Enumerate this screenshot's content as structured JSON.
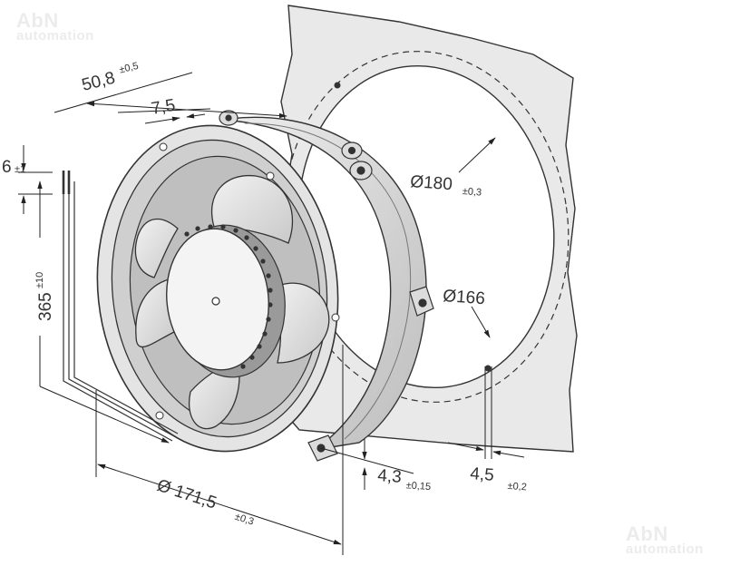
{
  "watermark": {
    "brand": "AbN",
    "sub": "automation"
  },
  "dimensions": {
    "depth": {
      "value": "50,8",
      "tolerance": "±0,5"
    },
    "flange": {
      "value": "7,5"
    },
    "cable_end": {
      "value": "6",
      "tolerance": "±1"
    },
    "cable_length": {
      "value": "365",
      "tolerance": "±10"
    },
    "cutout_outer": {
      "value": "Ø180",
      "tolerance": "±0,3"
    },
    "cutout_inner": {
      "value": "Ø166"
    },
    "fan_diameter": {
      "value": "Ø 171,5",
      "tolerance": "±0,3"
    },
    "mount_hole": {
      "value": "4,3",
      "tolerance": "±0,15"
    },
    "hole_size": {
      "value": "4,5",
      "tolerance": "±0,2"
    }
  },
  "colors": {
    "line": "#222222",
    "housing": "#c8c8c8",
    "housing_light": "#e6e6e6",
    "blade": "#dcdcdc",
    "panel": "#e9e9e9",
    "hub": "#f4f4f4"
  }
}
